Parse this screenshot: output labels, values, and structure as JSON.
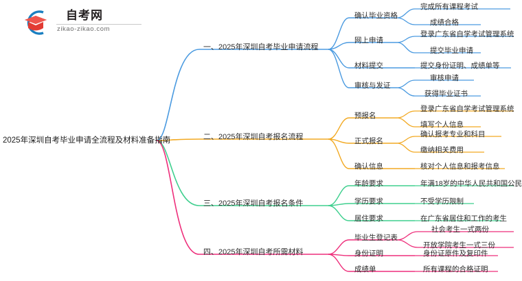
{
  "logo": {
    "name_cn": "自考网",
    "url": "zikao-zikao.com",
    "mark_icon": "graduation-cap-icon",
    "arc_color": "#1a7fc1",
    "cap_color": "#e23b33"
  },
  "mindmap": {
    "root": {
      "label": "2025年深圳自考毕业申请全流程及材料准备指南"
    },
    "branches": [
      {
        "label": "一、2025年深圳自考毕业申请流程",
        "color": "#4a9ae0",
        "children": [
          {
            "label": "确认毕业资格",
            "leaves": [
              "完成所有课程考试",
              "成绩合格"
            ]
          },
          {
            "label": "网上申请",
            "leaves": [
              "登录广东省自学考试管理系统",
              "提交毕业申请"
            ]
          },
          {
            "label": "材料提交",
            "leaves": [
              "提交身份证明、成绩单等"
            ]
          },
          {
            "label": "审核与发证",
            "leaves": [
              "审核申请",
              "获得毕业证书"
            ]
          }
        ]
      },
      {
        "label": "二、2025年深圳自考报名流程",
        "color": "#f2a922",
        "children": [
          {
            "label": "预报名",
            "leaves": [
              "登录广东省自学考试管理系统",
              "填写个人信息"
            ]
          },
          {
            "label": "正式报名",
            "leaves": [
              "确认报考专业和科目",
              "缴纳相关费用"
            ]
          },
          {
            "label": "确认信息",
            "leaves": [
              "核对个人信息和报考信息"
            ]
          }
        ]
      },
      {
        "label": "三、2025年深圳自考报名条件",
        "color": "#3ecf8e",
        "children": [
          {
            "label": "年龄要求",
            "leaves": [
              "年满18岁的中华人民共和国公民"
            ]
          },
          {
            "label": "学历要求",
            "leaves": [
              "不受学历限制"
            ]
          },
          {
            "label": "居住要求",
            "leaves": [
              "在广东省居住和工作的考生"
            ]
          }
        ]
      },
      {
        "label": "四、2025年深圳自考所需材料",
        "color": "#ee2f7b",
        "children": [
          {
            "label": "毕业生登记表",
            "leaves": [
              "社会考生一式两份",
              "开放学院考生一式三份"
            ]
          },
          {
            "label": "身份证明",
            "leaves": [
              "身份证原件及复印件"
            ]
          },
          {
            "label": "成绩单",
            "leaves": [
              "所有课程的合格证明"
            ]
          }
        ]
      }
    ]
  }
}
